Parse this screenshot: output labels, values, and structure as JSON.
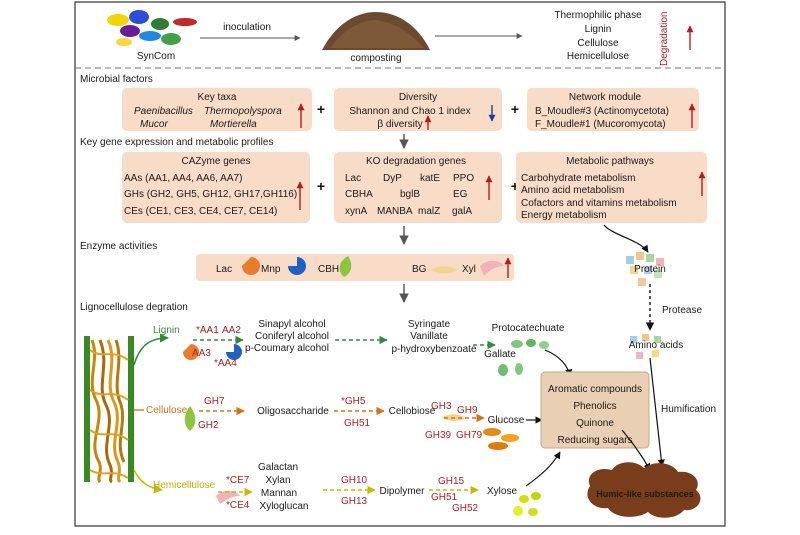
{
  "top": {
    "syncom": "SynCom",
    "inoculation": "inoculation",
    "composting": "composting",
    "thermo_phase": [
      "Thermophilic phase",
      "Lignin",
      "Cellulose",
      "Hemicellulose"
    ],
    "degradation": "Degradation"
  },
  "section_headers": {
    "microbial": "Microbial factors",
    "keygene": "Key gene expression and metabolic profiles",
    "enzyme": "Enzyme activities",
    "ligno": "Lignocellulose degration"
  },
  "microbial": {
    "taxa_title": "Key taxa",
    "taxa": [
      "Paenibacillus",
      "Thermopolyspora",
      "Mucor",
      "Mortierella"
    ],
    "diversity_title": "Diversity",
    "diversity_line1": "Shannon and Chao 1 index",
    "diversity_line2": "β diversity",
    "network_title": "Network module",
    "network_line1": "B_Moudle#3 (Actinomycetota)",
    "network_line2": "F_Moudle#1 (Mucoromycota)"
  },
  "genes": {
    "cazy_title": "CAZyme genes",
    "cazy_lines": [
      "AAs (AA1, AA4, AA6, AA7)",
      "GHs (GH2, GH5, GH12, GH17,GH116)",
      "CEs (CE1, CE3, CE4, CE7, CE14)"
    ],
    "ko_title": "KO degradation genes",
    "ko_row1": [
      "Lac",
      "DyP",
      "katE",
      "PPO"
    ],
    "ko_row2": [
      "CBHA",
      "bglB",
      "EG"
    ],
    "ko_row3": [
      "xynA",
      "MANBA",
      "malZ",
      "galA"
    ],
    "meta_title": "Metabolic pathways",
    "meta_lines": [
      "Carbohydrate metabolism",
      "Amino acid metabolism",
      "Cofactors and vitamins metabolism",
      "Energy metabolism"
    ]
  },
  "enzymes": [
    "Lac",
    "Mnp",
    "CBH",
    "BG",
    "Xyl"
  ],
  "pathway": {
    "lignin": "Lignin",
    "aa1": "*AA1",
    "aa2": "AA2",
    "aa3": "AA3",
    "aa4": "*AA4",
    "monolignols": [
      "Sinapyl alcohol",
      "Coniferyl alcohol",
      "p-Coumary alcohol"
    ],
    "syringate": [
      "Syringate",
      "Vanillate",
      "p-hydroxybenzoate"
    ],
    "protocatechuate": "Protocatechuate",
    "gallate": "Gallate",
    "cellulose": "Cellulose",
    "gh7": "GH7",
    "gh2": "GH2",
    "oligosaccharide": "Oligosaccharide",
    "gh5": "*GH5",
    "gh51a": "GH51",
    "cellobiose": "Cellobiose",
    "gh3": "GH3",
    "gh9": "GH9",
    "gh39": "GH39",
    "gh79": "GH79",
    "glucose": "Glucose",
    "hemicellulose": "Hemicellulose",
    "ce7": "*CE7",
    "ce4": "*CE4",
    "hemi_sugars": [
      "Galactan",
      "Xylan",
      "Mannan",
      "Xyloglucan"
    ],
    "gh10": "GH10",
    "gh13": "GH13",
    "dipolymer": "Dipolymer",
    "gh15": "GH15",
    "gh51b": "GH51",
    "gh52": "GH52",
    "xylose": "Xylose",
    "products": [
      "Aromatic compounds",
      "Phenolics",
      "Quinone",
      "Reducing sugars"
    ],
    "protein": "Protein",
    "protease": "Protease",
    "amino_acids": "Amino acids",
    "humification": "Humification",
    "humic": "Humic-like substances"
  },
  "colors": {
    "box_fill": "#f8dcc8",
    "up_arrow": "#b01e24",
    "down_arrow": "#1f3f9a",
    "lignin": "#2e8b3a",
    "cellulose": "#d4731a",
    "hemicellulose": "#c9c900",
    "humic": "#7a3d1c"
  }
}
